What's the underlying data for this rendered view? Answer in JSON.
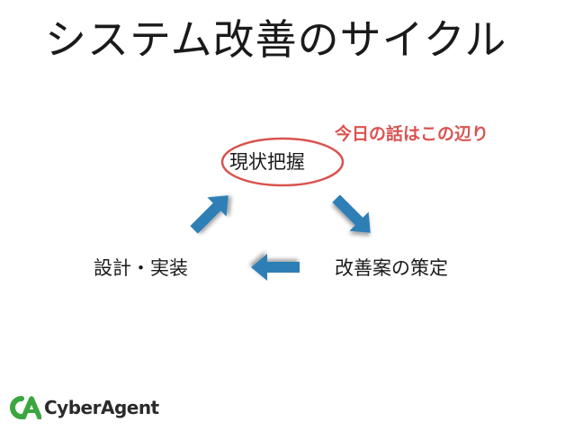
{
  "slide": {
    "title": "システム改善のサイクル",
    "note": "今日の話はこの辺り"
  },
  "cycle": {
    "top": "現状把握",
    "right": "改善案の策定",
    "left": "設計・実装"
  },
  "logo": {
    "text": "CyberAgent"
  },
  "colors": {
    "arrow": "#2f7fb6",
    "highlight": "#d9534f",
    "logo_green": "#3aa63f"
  }
}
